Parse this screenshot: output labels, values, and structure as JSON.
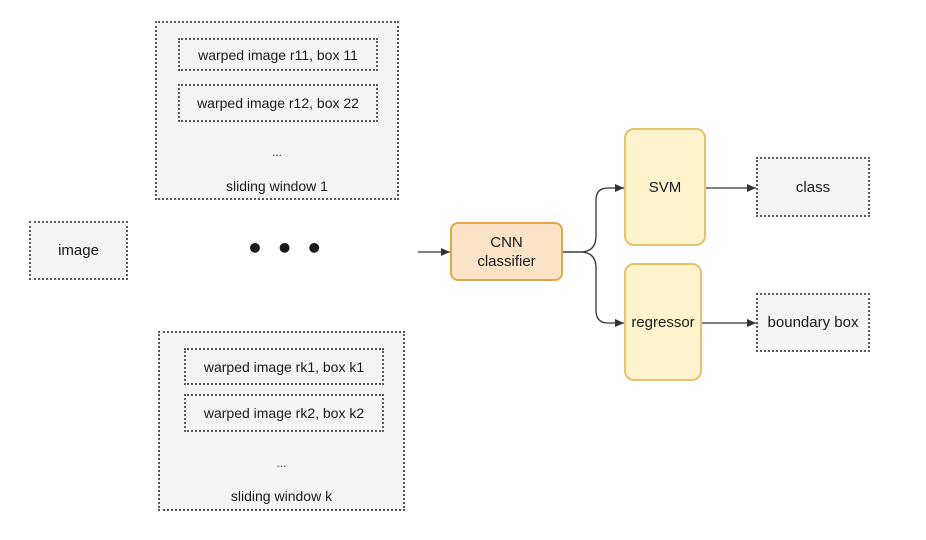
{
  "diagram": {
    "image_node": "image",
    "window_top": {
      "items": [
        "warped image r11, box 11",
        "warped image r12, box 22"
      ],
      "ellipsis": "...",
      "caption": "sliding window 1"
    },
    "middle_ellipsis": "• • •",
    "window_bottom": {
      "items": [
        "warped image rk1, box k1",
        "warped image rk2, box k2"
      ],
      "ellipsis": "...",
      "caption": "sliding window k"
    },
    "cnn": {
      "line1": "CNN",
      "line2": "classifier"
    },
    "svm": "SVM",
    "regressor": "regressor",
    "class_out": "class",
    "boundary_out": "boundary box"
  }
}
